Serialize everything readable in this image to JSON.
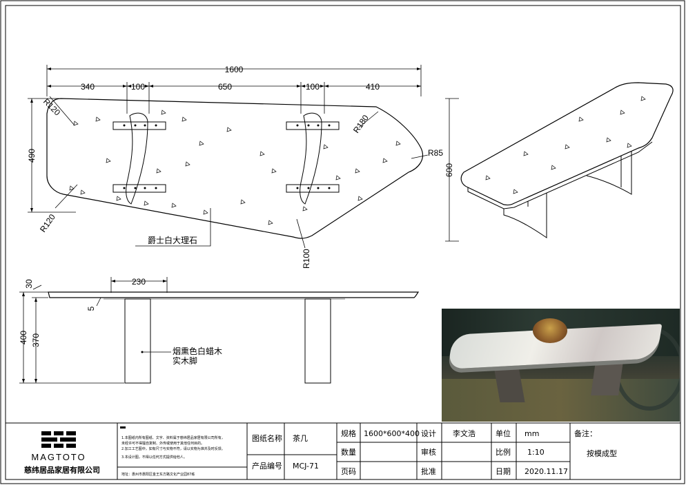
{
  "drawing": {
    "top_view": {
      "dims": [
        "1600",
        "340",
        "100",
        "650",
        "100",
        "410",
        "490"
      ],
      "radii": [
        "R120",
        "R120",
        "R180",
        "R85",
        "R100"
      ],
      "material_label": "爵士白大理石"
    },
    "side_view_right": {
      "dim_height": "600"
    },
    "front_view": {
      "dims": [
        "230",
        "30",
        "5",
        "400",
        "370"
      ],
      "leg_material_line1": "烟熏色白蜡木",
      "leg_material_line2": "实木脚"
    }
  },
  "title_block": {
    "company_logo_text": "MAGTOTO",
    "company_name": "慈纬居品家居有限公司",
    "notes_lines": [
      "1.本图纸内所有图纸、文字、资料属于慈纬居品家居有限公司所有，",
      "  未经许可不得擅自复制、外传或使用于其他任何目的。",
      "2.加工工艺图中，如有尺寸与实物不符，请以实物为准并及时反馈。",
      "3.本设计图，不得以任何方式提供给他人。"
    ],
    "address": "地址：惠州市惠阳区金王东方路文化产业园87栋",
    "labels": {
      "drawing_name": "图纸名称",
      "product_code": "产品编号",
      "spec": "规格",
      "quantity": "数量",
      "page": "页码",
      "design": "设计",
      "review": "审核",
      "approve": "批准",
      "unit": "单位",
      "scale": "比例",
      "date": "日期",
      "remarks": "备注："
    },
    "values": {
      "drawing_name": "茶几",
      "product_code": "MCJ-71",
      "spec": "1600*600*400",
      "design": "李文浩",
      "unit": "mm",
      "scale": "1:10",
      "date": "2020.11.17",
      "remarks": "按模成型"
    }
  },
  "colors": {
    "line": "#000000",
    "background": "#ffffff"
  }
}
